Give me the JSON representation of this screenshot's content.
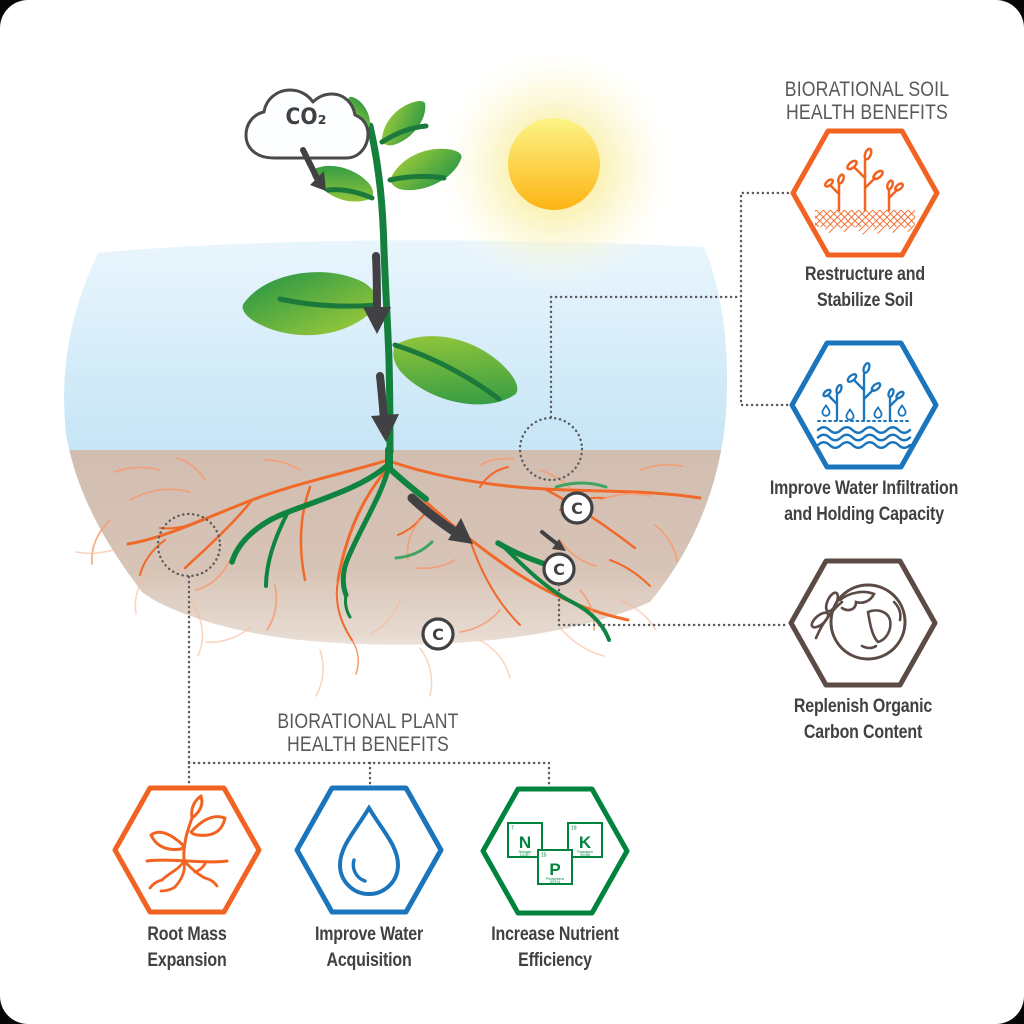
{
  "atmosphere": {
    "co2_label": "CO₂"
  },
  "carbon": {
    "symbol": "C"
  },
  "soil_section": {
    "header_line1": "BIORATIONAL SOIL",
    "header_line2": "HEALTH BENEFITS",
    "benefits": [
      {
        "line1": "Restructure and",
        "line2": "Stabilize Soil",
        "color": "#F26322",
        "icon": "soil-structure-icon"
      },
      {
        "line1": "Improve Water Infiltration",
        "line2": "and Holding Capacity",
        "color": "#1B75BC",
        "icon": "water-infiltration-icon"
      },
      {
        "line1": "Replenish Organic",
        "line2": "Carbon Content",
        "color": "#5C4B45",
        "icon": "earth-leaf-icon"
      }
    ]
  },
  "plant_section": {
    "header_line1": "BIORATIONAL PLANT",
    "header_line2": "HEALTH BENEFITS",
    "benefits": [
      {
        "line1": "Root Mass",
        "line2": "Expansion",
        "color": "#F26322",
        "icon": "root-mass-icon"
      },
      {
        "line1": "Improve Water",
        "line2": "Acquisition",
        "color": "#1B75BC",
        "icon": "water-drop-icon"
      },
      {
        "line1": "Increase Nutrient",
        "line2": "Efficiency",
        "color": "#00843D",
        "icon": "npk-icon"
      }
    ]
  },
  "npk": {
    "n": {
      "number": "7",
      "symbol": "N",
      "name": "Nitrogen",
      "mass": "14.007"
    },
    "p": {
      "number": "15",
      "symbol": "P",
      "name": "Phosphorus",
      "mass": "30.974"
    },
    "k": {
      "number": "19",
      "symbol": "K",
      "name": "Potassium",
      "mass": "39.098"
    }
  },
  "colors": {
    "orange": "#F26322",
    "blue": "#1B75BC",
    "green": "#00843D",
    "brown": "#5C4B45",
    "text_dark": "#414042",
    "text_gray": "#58595B",
    "sky": "#CDE8F7",
    "soil": "#D2BEB0",
    "sun": "#FDB414",
    "leaf_green": "#1F9246",
    "root_orange": "#F26522",
    "root_green": "#0F8441"
  }
}
